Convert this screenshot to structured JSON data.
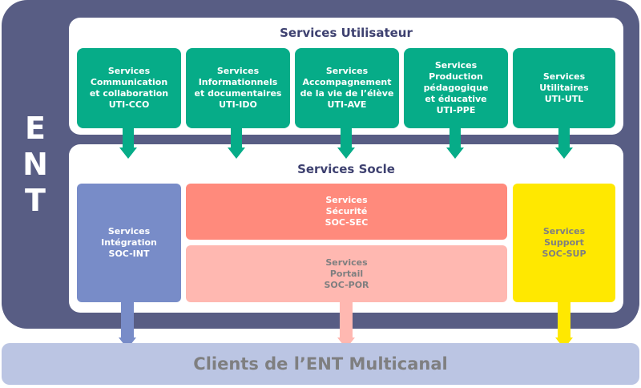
{
  "frame": {
    "letters": [
      "E",
      "N",
      "T"
    ],
    "color": "#585d84"
  },
  "utilisateur": {
    "title": "Services Utilisateur",
    "color": "#06ac88",
    "boxes": [
      {
        "lines": [
          "Services",
          "Communication",
          "et collaboration",
          "UTI-CCO"
        ]
      },
      {
        "lines": [
          "Services",
          "Informationnels",
          "et documentaires",
          "UTI-IDO"
        ]
      },
      {
        "lines": [
          "Services",
          "Accompagnement",
          "de la vie de l’élève",
          "UTI-AVE"
        ]
      },
      {
        "lines": [
          "Services",
          "Production",
          "pédagogique",
          "et éducative",
          "UTI-PPE"
        ]
      },
      {
        "lines": [
          "Services",
          "Utilitaires",
          "UTI-UTL"
        ]
      }
    ]
  },
  "socle": {
    "title": "Services Socle",
    "integration": {
      "lines": [
        "Services",
        "Intégration",
        "SOC-INT"
      ],
      "color": "#788cc8"
    },
    "securite": {
      "lines": [
        "Services",
        "Sécurité",
        "SOC-SEC"
      ],
      "color": "#ff8a7c"
    },
    "portail": {
      "lines": [
        "Services",
        "Portail",
        "SOC-POR"
      ],
      "color": "#ffb8b1"
    },
    "support": {
      "lines": [
        "Services",
        "Support",
        "SOC-SUP"
      ],
      "color": "#ffe800"
    }
  },
  "clients": {
    "label": "Clients de l’ENT Multicanal",
    "color": "#bbc5e3"
  }
}
